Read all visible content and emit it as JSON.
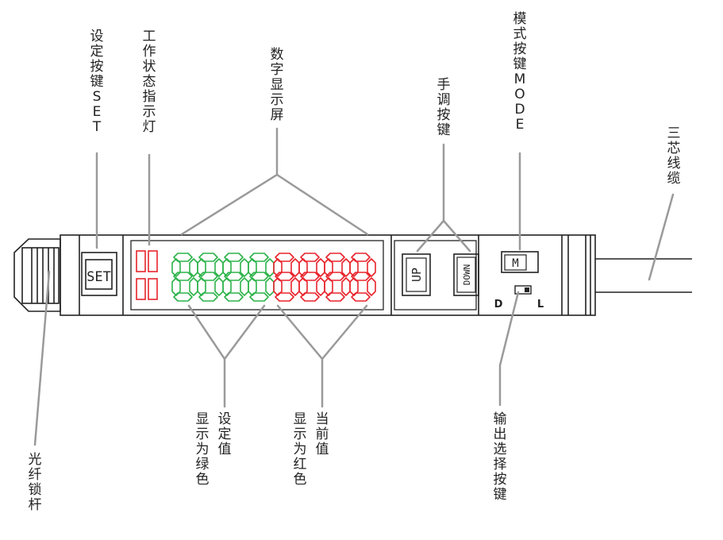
{
  "labels": {
    "set_button": "设定按键SET",
    "status_indicator": "工作状态指示灯",
    "digital_display": "数字显示屏",
    "manual_buttons": "手调按键",
    "mode_button": "模式按键MODE",
    "cable": "三芯线缆",
    "set_value": "设定值",
    "set_value_color": "显示为绿色",
    "current_value": "当前值",
    "current_value_color": "显示为红色",
    "output_select": "输出选择按键",
    "fiber_lock": "光纤锁杆"
  },
  "device": {
    "set_text": "SET",
    "up_text": "UP",
    "down_text": "DOWN",
    "mode_text": "M",
    "switch_left": "D",
    "switch_right": "L"
  },
  "display": {
    "green_digits": 4,
    "red_digits": 4,
    "green_color": "#2db34a",
    "red_color": "#e8242c"
  },
  "colors": {
    "outline": "#222222",
    "leader": "#9a9a9a",
    "indicator": "#e8242c"
  }
}
